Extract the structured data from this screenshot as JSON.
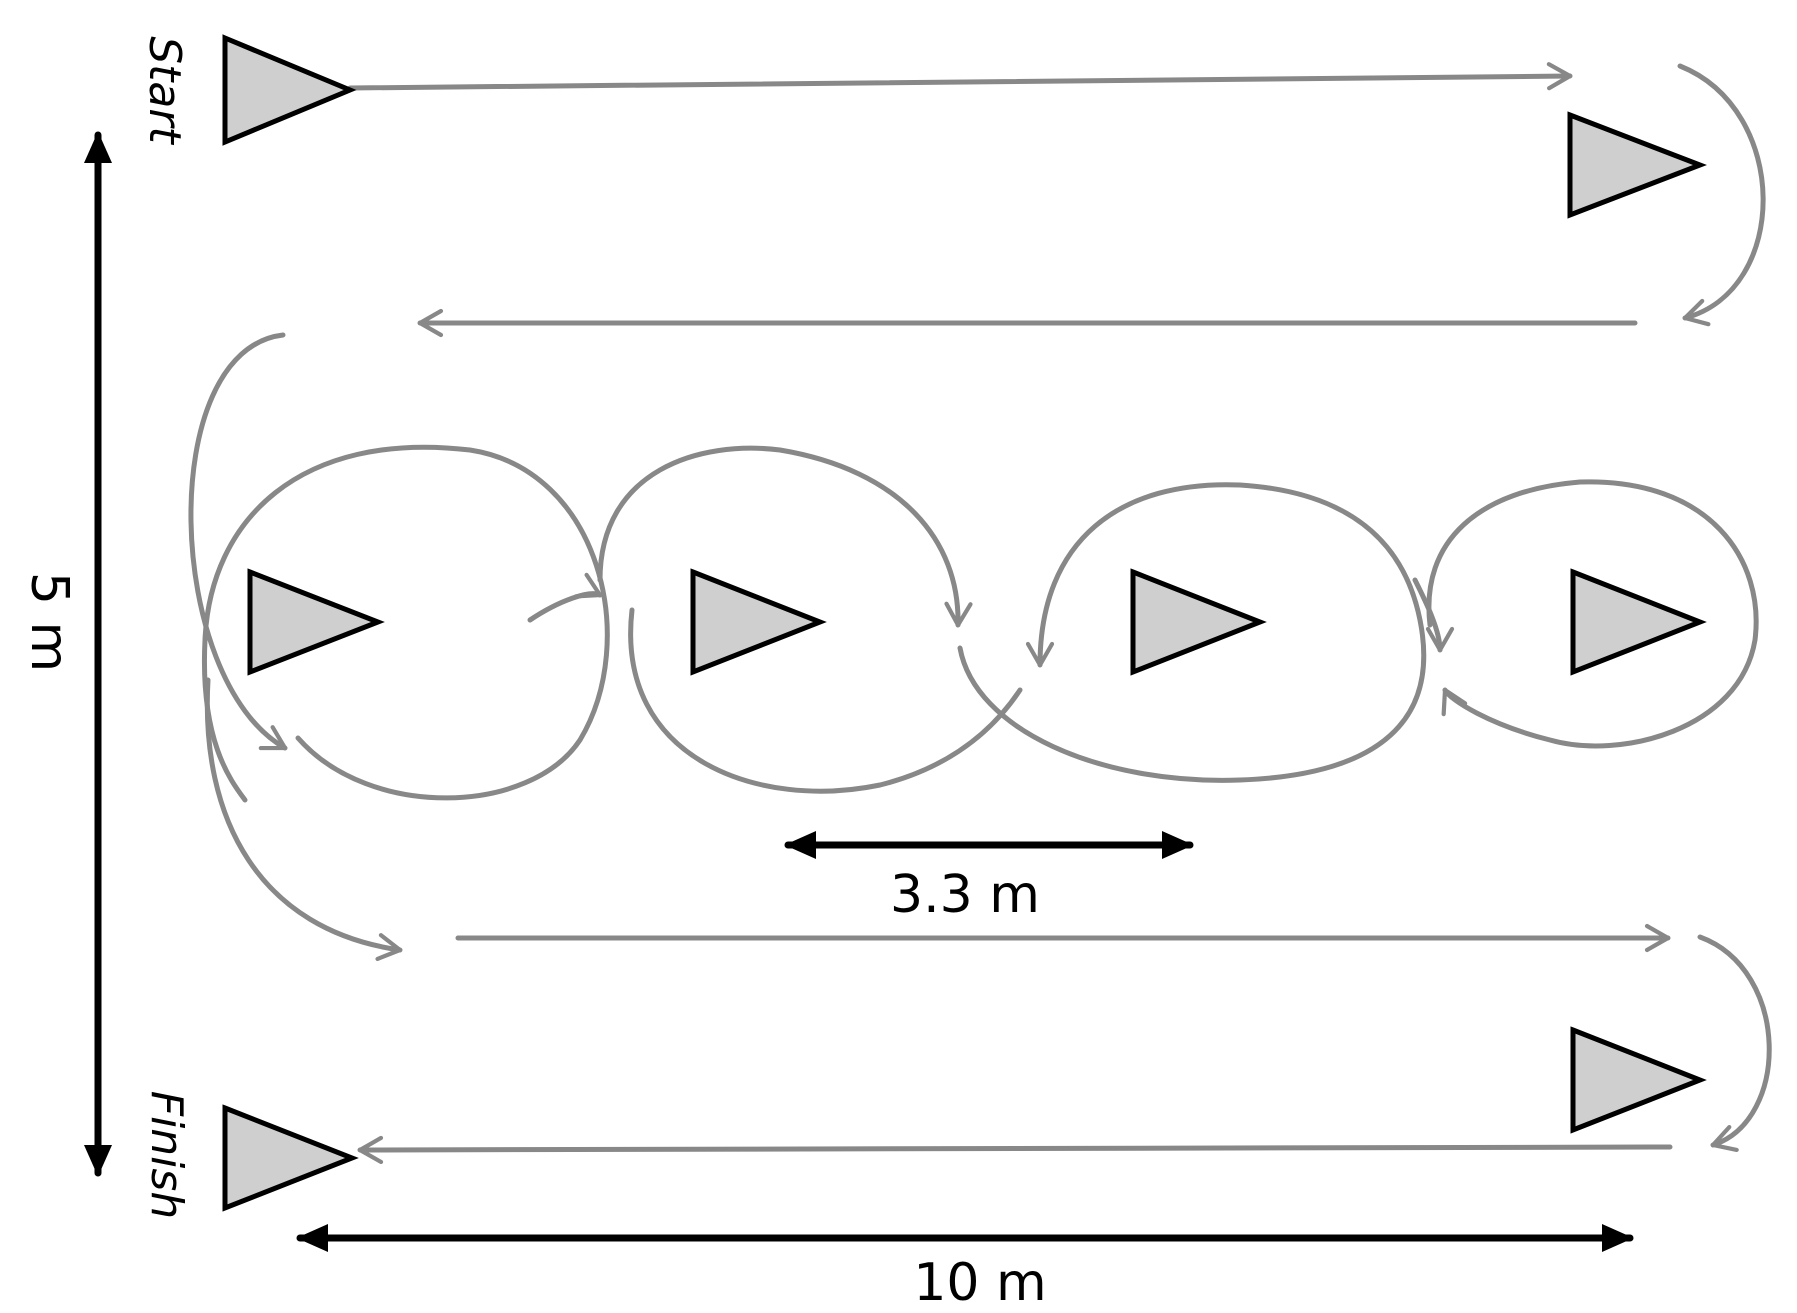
{
  "labels": {
    "start": "Start",
    "finish": "Finish",
    "height": "5 m",
    "width": "10 m",
    "spacing": "3.3 m"
  },
  "colors": {
    "path": "#888888",
    "cone_fill": "#cfcfcf",
    "outline": "#000000"
  }
}
